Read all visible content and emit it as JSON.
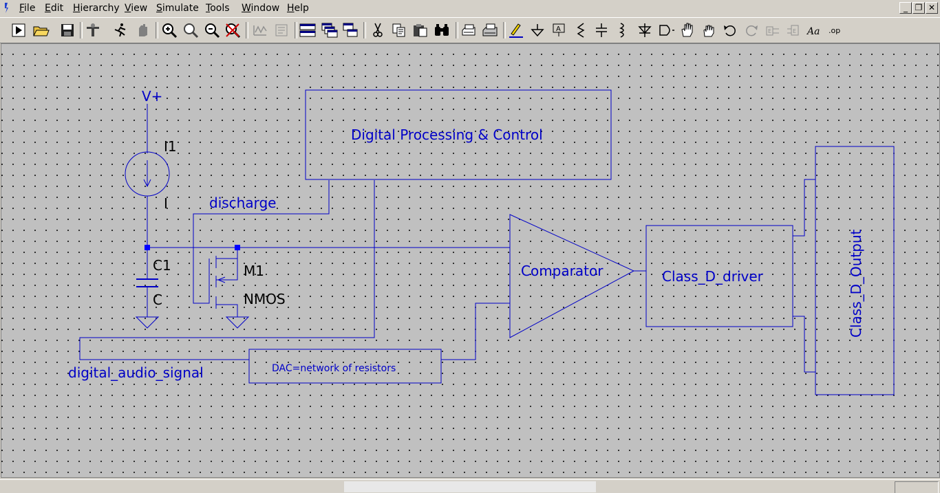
{
  "menubar": {
    "items": [
      "File",
      "Edit",
      "Hierarchy",
      "View",
      "Simulate",
      "Tools",
      "Window",
      "Help"
    ],
    "window_controls": {
      "minimize": "_",
      "restore": "❐",
      "close": "✕"
    }
  },
  "toolbar": {
    "buttons": [
      "run-icon",
      "open-icon",
      "save-icon",
      "control-panel-icon",
      "halt-icon",
      "halt-disabled-icon",
      "zoom-in-icon",
      "zoom-fit-icon",
      "zoom-out-icon",
      "zoom-cancel-icon",
      "autorange-icon",
      "view-netlist-icon",
      "tile-horizontal-icon",
      "cascade-icon",
      "tile-vertical-icon",
      "cut-icon",
      "copy-icon",
      "paste-icon",
      "find-icon",
      "print-setup-icon",
      "print-icon",
      "draw-wire-icon",
      "ground-icon",
      "label-net-icon",
      "resistor-icon",
      "capacitor-icon",
      "inductor-icon",
      "diode-icon",
      "component-icon",
      "move-icon",
      "drag-icon",
      "undo-icon",
      "redo-icon",
      "rotate-icon",
      "mirror-icon",
      "text-icon",
      "spice-directive-icon"
    ],
    "text_button_label": "Aa",
    "spice_label": ".op"
  },
  "schematic": {
    "supply_label": "V+",
    "current_source": {
      "name": "I1",
      "value": "I"
    },
    "capacitor": {
      "name": "C1",
      "value": "C"
    },
    "transistor": {
      "name": "M1",
      "model": "NMOS"
    },
    "net_discharge": "discharge",
    "net_digital_audio": "digital_audio_signal",
    "block_digital": "Digital Processing & Control",
    "block_dac": "DAC=network of resistors",
    "block_comparator": "Comparator",
    "block_driver": "Class_D_driver",
    "block_output": "Class_D_Output"
  },
  "colors": {
    "wire": "#0000c8",
    "text": "#0000c8",
    "component": "#0000c8",
    "junction": "#0000ff"
  }
}
